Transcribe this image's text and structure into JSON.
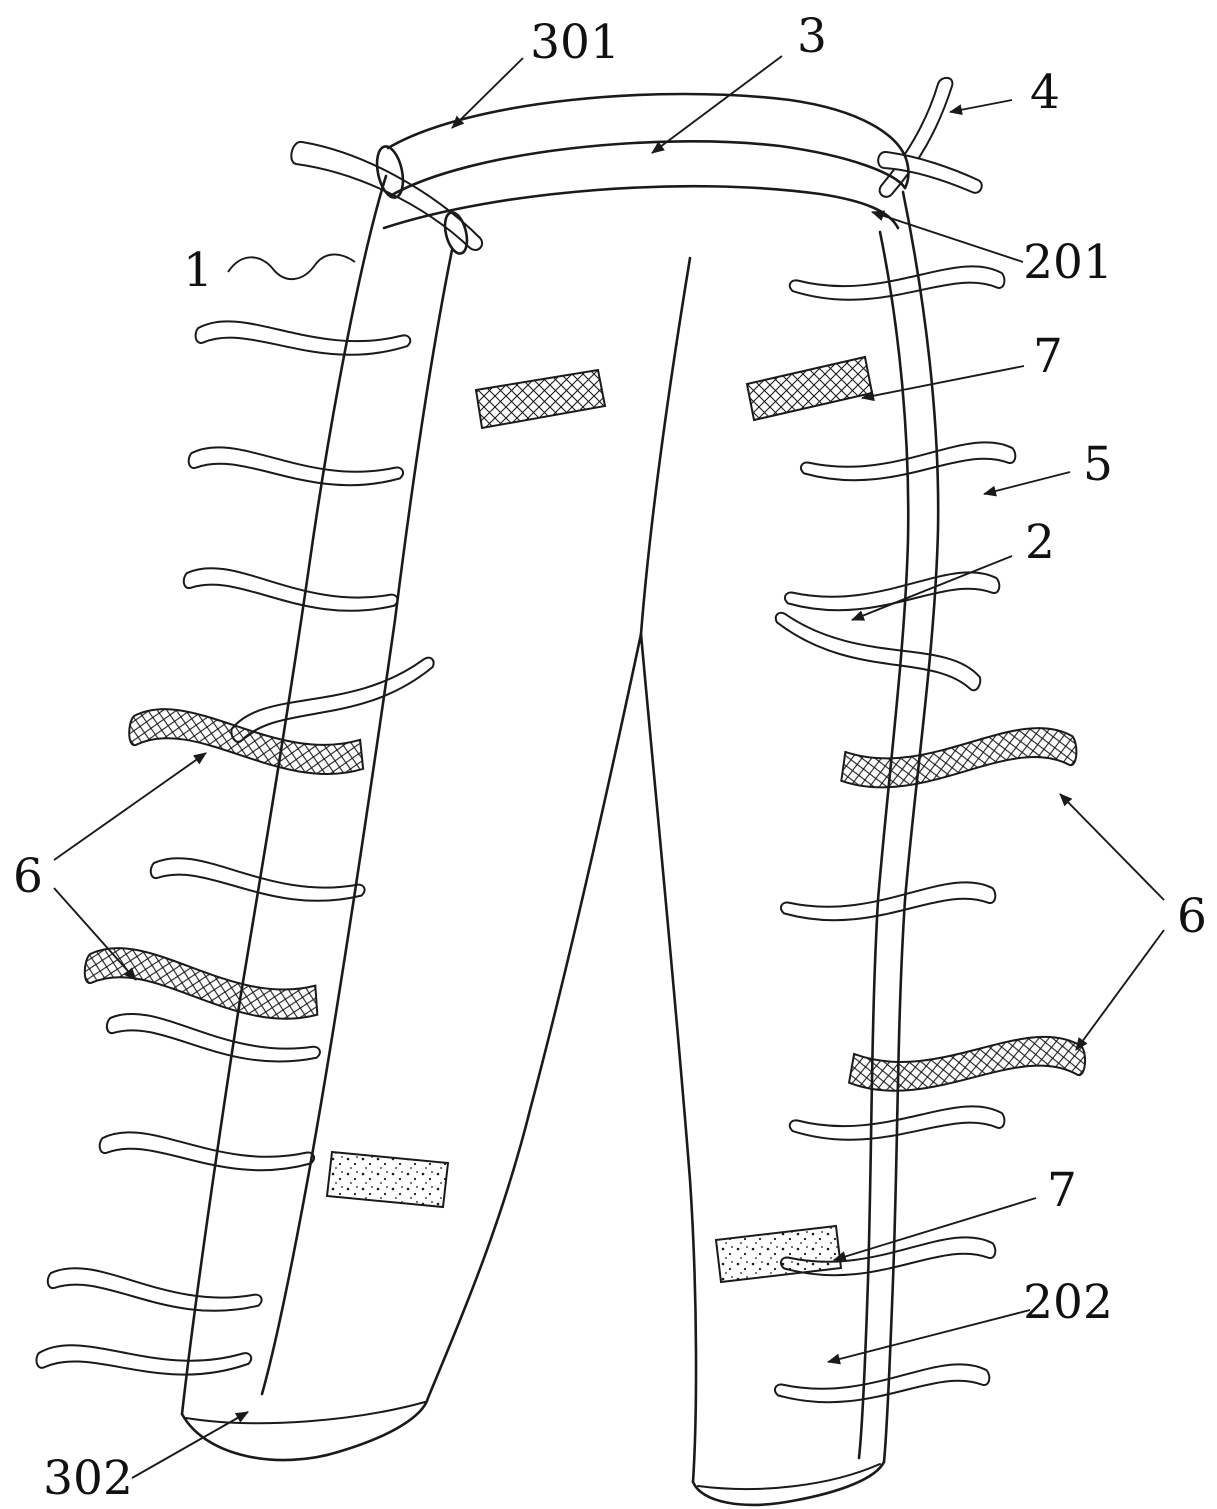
{
  "figure": {
    "type": "patent-line-drawing",
    "subject": "trousers with side lacing, straps and patches",
    "background_color": "#ffffff",
    "ink_color": "#1a1a1a"
  },
  "labels": {
    "n301": "301",
    "n3": "3",
    "n4": "4",
    "n1": "1",
    "n201": "201",
    "n7a": "7",
    "n5": "5",
    "n2": "2",
    "n6l": "6",
    "n6r": "6",
    "n7b": "7",
    "n202": "202",
    "n302": "302"
  }
}
